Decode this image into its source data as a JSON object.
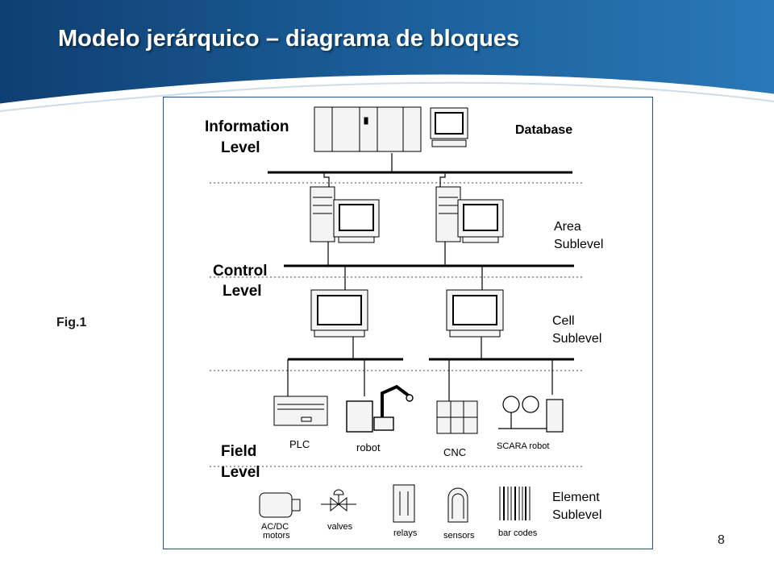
{
  "slide": {
    "title": "Modelo jerárquico – diagrama de bloques",
    "fig_label": "Fig.1",
    "page_number": "8",
    "colors": {
      "header_blue": "#1b5e99",
      "header_dark": "#0f3f72",
      "accent": "#1b5e99"
    }
  },
  "diagram": {
    "levels": {
      "information": [
        "Information",
        "Level"
      ],
      "control": [
        "Control",
        "Level"
      ],
      "field": [
        "Field",
        "Level"
      ]
    },
    "sublevels": {
      "area": [
        "Area",
        "Sublevel"
      ],
      "cell": [
        "Cell",
        "Sublevel"
      ],
      "element": [
        "Element",
        "Sublevel"
      ]
    },
    "database_label": "Database",
    "field_devices": {
      "plc": "PLC",
      "robot": "robot",
      "cnc": "CNC",
      "scara": "SCARA robot"
    },
    "elements": {
      "motors": [
        "AC/DC",
        "motors"
      ],
      "valves": "valves",
      "relays": "relays",
      "sensors": "sensors",
      "barcodes": "bar codes"
    }
  }
}
